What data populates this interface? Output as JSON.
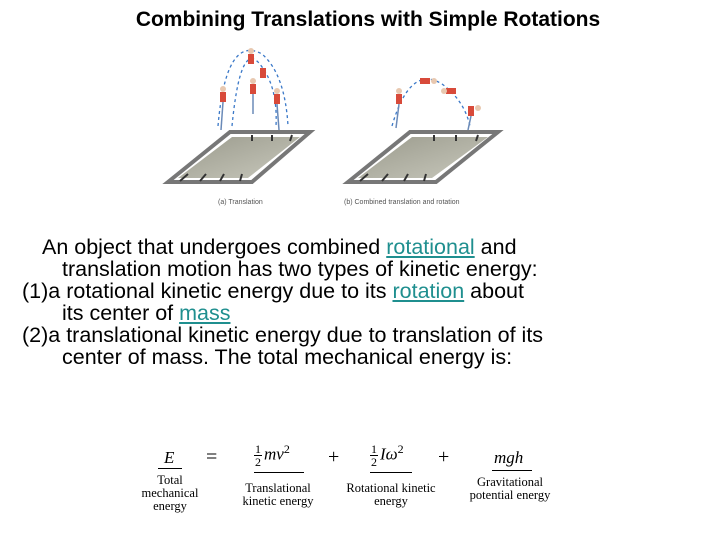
{
  "title": "Combining Translations with Simple Rotations",
  "figure": {
    "caption_a": "(a) Translation",
    "caption_b": "(b) Combined translation and rotation"
  },
  "body": {
    "line1_pre": "An object that undergoes combined ",
    "line1_link": "rotational",
    "line1_post": " and",
    "line2": "translation motion has two types of kinetic energy:",
    "line3_pre": "(1)a rotational kinetic energy due to its ",
    "line3_link": "rotation",
    "line3_post": " about",
    "line4_pre": "its center of ",
    "line4_link": "mass",
    "line5": "(2)a translational kinetic energy due to translation of its",
    "line6": "center of mass. The total mechanical energy is:"
  },
  "equation": {
    "total_symbol": "E",
    "equals": "=",
    "plus1": "+",
    "plus2": "+",
    "frac_num": "1",
    "frac_den": "2",
    "trans_term": "mv",
    "rot_term": "Iω",
    "exp": "2",
    "grav_term": "mgh",
    "label_total": "Total mechanical energy",
    "label_trans": "Translational kinetic energy",
    "label_rot": "Rotational kinetic energy",
    "label_grav": "Gravitational potential energy"
  },
  "colors": {
    "link": "#1f8f8f"
  }
}
